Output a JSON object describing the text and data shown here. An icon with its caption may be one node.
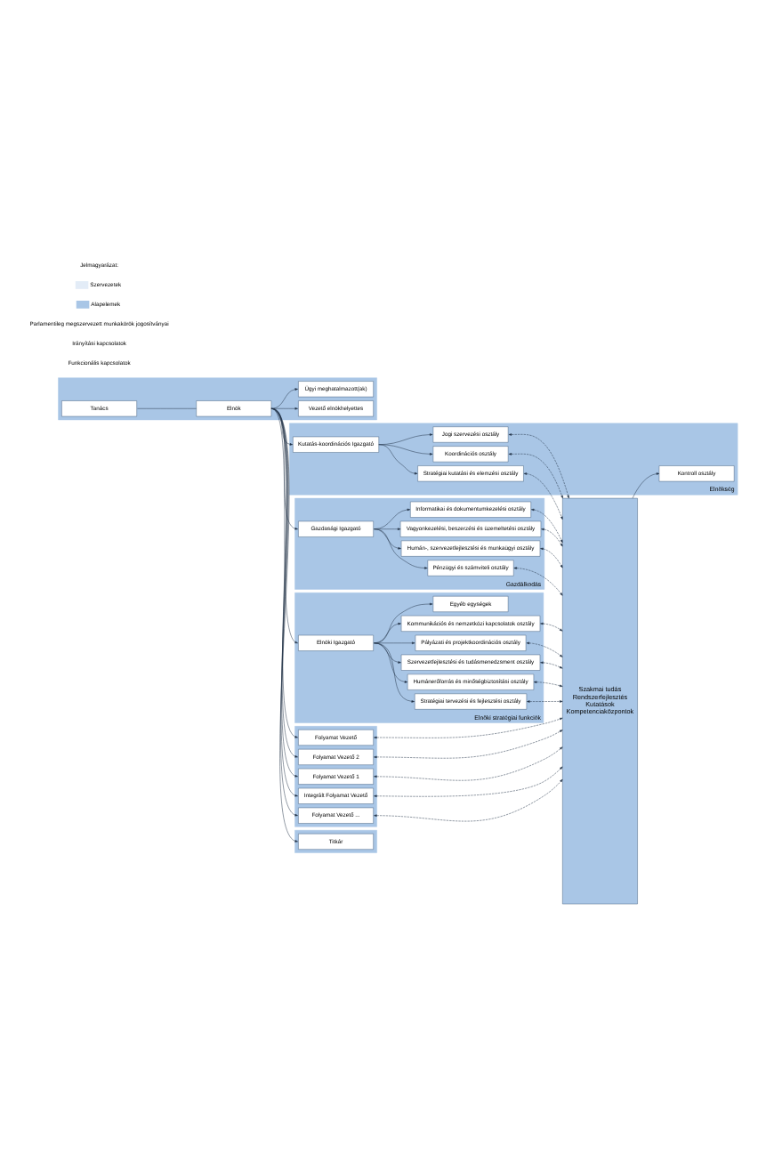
{
  "diagram": {
    "nodes": [
      {
        "text": [],
        "shape": "box"
      },
      {
        "text": [
          "Tanács"
        ],
        "in": 0
      },
      {
        "text": [
          "Elnök"
        ],
        "in": 0
      },
      {
        "text": [
          "Vezető elnökhelyettes"
        ],
        "in": 0
      },
      {
        "text": [
          "Ügyi meghatalmazott(ak)"
        ],
        "in": 0
      },
      {
        "text": [
          "Gazdálkodás"
        ]
      },
      {
        "text": [
          "Gazdasági Igazgató"
        ],
        "in": 5
      },
      {
        "text": [
          "Pénzügyi és számviteli osztály"
        ],
        "in": 5
      },
      {
        "text": [
          "Humán-, szervezetfejlesztési és munkaügyi osztály"
        ],
        "in": 5
      },
      {
        "text": [
          "Vagyonkezelési, beszerzési és üzemeltetési osztály"
        ],
        "in": 5
      },
      {
        "text": [
          "Informatikai és dokumentumkezelési osztály"
        ],
        "in": 5
      },
      {
        "text": [],
        "shape": "box"
      },
      {
        "text": [
          "Folyamat Vezető ..."
        ],
        "in": 11
      },
      {
        "text": [
          "Folyamat Vezető"
        ],
        "in": 11
      },
      {
        "text": [
          "Folyamat Vezető 2"
        ],
        "in": 11
      },
      {
        "text": [
          "Folyamat Vezető 1"
        ],
        "in": 11
      },
      {
        "text": [
          "Integrált Folyamat Vezető"
        ],
        "in": 11
      },
      {
        "text": [
          "Szakmai tudás",
          "Rendszerfejlesztés",
          "Kutatások",
          "Kompetenciaközpontok"
        ]
      },
      {
        "text": [
          "Elnökség"
        ]
      },
      {
        "text": [
          "Kutatás-koordinációs Igazgató"
        ],
        "in": 18
      },
      {
        "text": [
          "Stratégiai kutatási és elemzési osztály"
        ],
        "in": 18
      },
      {
        "text": [
          "Koordinációs osztály"
        ],
        "in": 18
      },
      {
        "text": [
          "Jogi szervezési osztály"
        ],
        "in": 18
      },
      {
        "text": [
          "Kontroll osztály"
        ],
        "in": 18
      },
      {
        "text": [
          "Elnöki stratégiai funkciók"
        ]
      },
      {
        "text": [
          "Elnöki Igazgató"
        ],
        "in": 24
      },
      {
        "text": [
          "Stratégiai tervezési és fejlesztési osztály"
        ],
        "in": 24
      },
      {
        "text": [
          "Humánerőforrás és minőségbiztosítási osztály"
        ],
        "in": 24
      },
      {
        "text": [
          "Szervezetfejlesztési és tudásmenedzsment osztály"
        ],
        "in": 24
      },
      {
        "text": [
          "Pályázati és projektkoordinációs osztály"
        ],
        "in": 24
      },
      {
        "text": [
          "Kommunikációs és nemzetközi kapcsolatok osztály"
        ],
        "in": 24
      },
      {
        "text": [
          "Egyéb egységek"
        ],
        "in": 24
      },
      {
        "text": [],
        "shape": "box"
      },
      {
        "text": [
          "Titkár"
        ],
        "in": 32
      }
    ],
    "edges": [
      {
        "from": 1,
        "to": 2,
        "arrow": "none"
      },
      {
        "from": 2,
        "to": 3,
        "arrow": "to"
      },
      {
        "from": 2,
        "to": 4,
        "arrow": "to"
      },
      {
        "from": 2,
        "to": 6,
        "arrow": "to"
      },
      {
        "from": 2,
        "to": 12,
        "arrow": "to"
      },
      {
        "from": 2,
        "to": 13,
        "arrow": "to"
      },
      {
        "from": 2,
        "to": 14,
        "arrow": "to"
      },
      {
        "from": 2,
        "to": 15,
        "arrow": "to"
      },
      {
        "from": 2,
        "to": 16,
        "arrow": "to"
      },
      {
        "from": 2,
        "to": 19,
        "arrow": "to"
      },
      {
        "from": 2,
        "to": 25,
        "arrow": "to"
      },
      {
        "from": 2,
        "to": 33,
        "arrow": "to"
      },
      {
        "from": 6,
        "to": 7,
        "arrow": "to"
      },
      {
        "from": 6,
        "to": 8,
        "arrow": "to"
      },
      {
        "from": 6,
        "to": 9,
        "arrow": "to"
      },
      {
        "from": 6,
        "to": 10,
        "arrow": "to"
      },
      {
        "from": 19,
        "to": 20,
        "arrow": "to"
      },
      {
        "from": 19,
        "to": 21,
        "arrow": "to"
      },
      {
        "from": 19,
        "to": 22,
        "arrow": "to"
      },
      {
        "from": 25,
        "to": 26,
        "arrow": "to"
      },
      {
        "from": 25,
        "to": 27,
        "arrow": "to"
      },
      {
        "from": 25,
        "to": 28,
        "arrow": "to"
      },
      {
        "from": 25,
        "to": 29,
        "arrow": "to"
      },
      {
        "from": 25,
        "to": 30,
        "arrow": "to"
      },
      {
        "from": 25,
        "to": 31,
        "arrow": "to"
      },
      {
        "from": 17,
        "to": 23,
        "arrow": "to"
      },
      {
        "from": 12,
        "to": 17,
        "arrow": "both",
        "style": "dashed"
      },
      {
        "from": 13,
        "to": 17,
        "arrow": "both",
        "style": "dashed"
      },
      {
        "from": 14,
        "to": 17,
        "arrow": "both",
        "style": "dashed"
      },
      {
        "from": 15,
        "to": 17,
        "arrow": "both",
        "style": "dashed"
      },
      {
        "from": 16,
        "to": 17,
        "arrow": "both",
        "style": "dashed"
      },
      {
        "from": 7,
        "to": 17,
        "arrow": "both",
        "style": "dashed"
      },
      {
        "from": 8,
        "to": 17,
        "arrow": "both",
        "style": "dashed"
      },
      {
        "from": 9,
        "to": 17,
        "arrow": "both",
        "style": "dashed"
      },
      {
        "from": 10,
        "to": 17,
        "arrow": "both",
        "style": "dashed"
      },
      {
        "from": 20,
        "to": 17,
        "arrow": "both",
        "style": "dashed"
      },
      {
        "from": 21,
        "to": 17,
        "arrow": "both",
        "style": "dashed"
      },
      {
        "from": 22,
        "to": 17,
        "arrow": "both",
        "style": "dashed"
      },
      {
        "from": 26,
        "to": 17,
        "arrow": "both",
        "style": "dashed"
      },
      {
        "from": 27,
        "to": 17,
        "arrow": "both",
        "style": "dashed"
      },
      {
        "from": 28,
        "to": 17,
        "arrow": "both",
        "style": "dashed"
      },
      {
        "from": 29,
        "to": 17,
        "arrow": "both",
        "style": "dashed"
      },
      {
        "from": 30,
        "to": 17,
        "arrow": "both",
        "style": "dashed"
      }
    ],
    "labels": [
      "Jelmagyarázat:"
    ],
    "legend": [
      {
        "text": "Szervezetek",
        "color": "#e3ecf7"
      },
      {
        "text": "Alapelemek",
        "color": "#a9c6e6"
      },
      {
        "text": "Parlamentileg megszervezett munkakörök jogosítványai"
      },
      {
        "text": "Irányítási kapcsolatok"
      },
      {
        "text": "Funkcionális kapcsolatok"
      }
    ]
  }
}
